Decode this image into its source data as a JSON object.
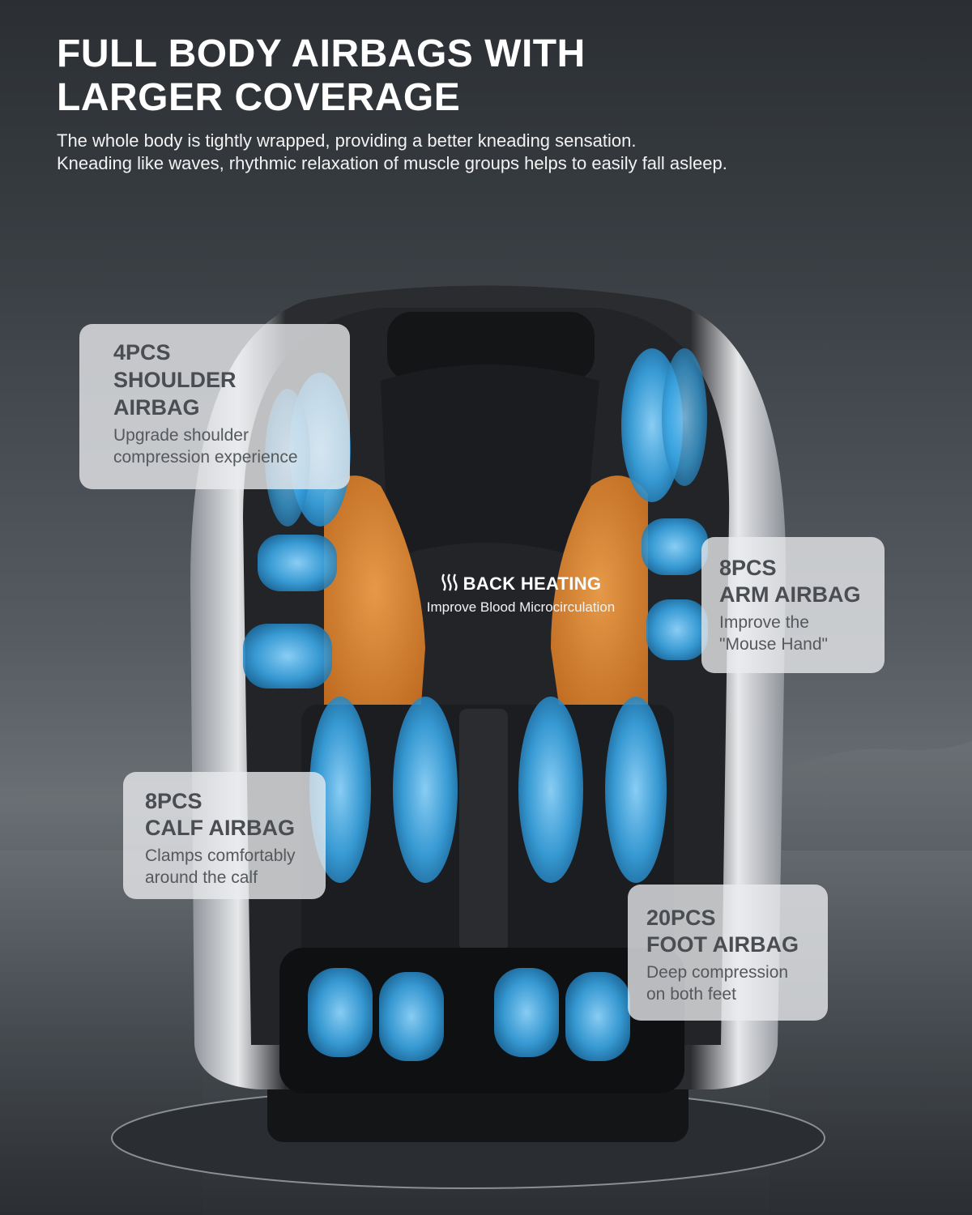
{
  "header": {
    "title_line1": "FULL BODY AIRBAGS WITH",
    "title_line2": "LARGER COVERAGE",
    "subtitle_line1": "The whole body is tightly wrapped, providing a better kneading sensation.",
    "subtitle_line2": "Kneading like waves, rhythmic relaxation of muscle groups helps to easily fall asleep."
  },
  "callouts": {
    "shoulder": {
      "count": "4PCS",
      "name_line1": "SHOULDER",
      "name_line2": "AIRBAG",
      "desc_line1": "Upgrade shoulder",
      "desc_line2": "compression experience"
    },
    "arm": {
      "count": "8PCS",
      "name": "ARM AIRBAG",
      "desc_line1": "Improve the",
      "desc_line2": "\"Mouse Hand\""
    },
    "calf": {
      "count": "8PCS",
      "name": "CALF AIRBAG",
      "desc_line1": "Clamps comfortably",
      "desc_line2": "around the calf"
    },
    "foot": {
      "count": "20PCS",
      "name": "FOOT AIRBAG",
      "desc_line1": "Deep compression",
      "desc_line2": "on both feet"
    }
  },
  "heating": {
    "title": "BACK HEATING",
    "desc": "Improve Blood Microcirculation",
    "icon": "heat-waves-icon"
  },
  "colors": {
    "airbag_blue": "#4fb8ef",
    "heating_orange": "#e8892c",
    "callout_bg": "#ebecee",
    "chair_black": "#1c1e21"
  }
}
